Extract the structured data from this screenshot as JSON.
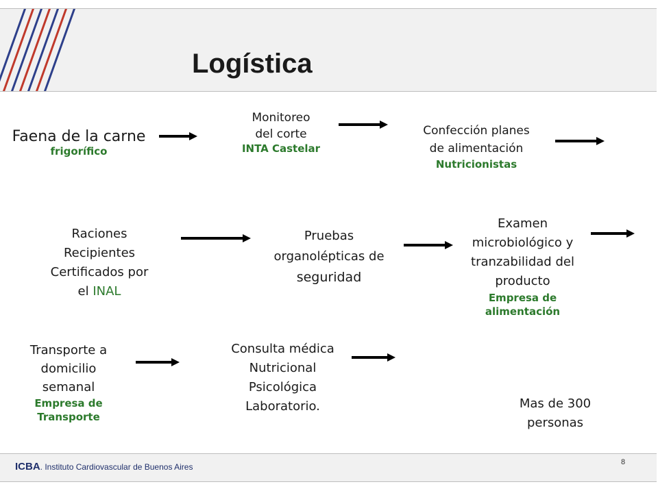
{
  "title": "Logística",
  "nodes": {
    "faena": {
      "line1": "Faena de la carne",
      "sub": "frigorífico"
    },
    "monitoreo": {
      "line1": "Monitoreo",
      "line2": "del corte",
      "sub": "INTA Castelar"
    },
    "confeccion": {
      "line1": "Confección planes",
      "line2": "de alimentación",
      "sub": "Nutricionistas"
    },
    "raciones": {
      "line1": "Raciones",
      "line2": "Recipientes",
      "line3": "Certificados por",
      "line4_prefix": "el ",
      "line4_highlight": "INAL"
    },
    "pruebas": {
      "line1": "Pruebas",
      "line2": "organolépticas de",
      "line3": "seguridad"
    },
    "examen": {
      "line1": "Examen",
      "line2": "microbiológico y",
      "line3": "tranzabilidad del",
      "line4": "producto",
      "sub1": "Empresa de",
      "sub2": "alimentación"
    },
    "transporte": {
      "line1": "Transporte a",
      "line2": "domicilio",
      "line3": "semanal",
      "sub1": "Empresa de",
      "sub2": "Transporte"
    },
    "consulta": {
      "line1": "Consulta médica",
      "line2": "Nutricional",
      "line3": "Psicológica",
      "line4": "Laboratorio."
    },
    "personas": {
      "line1": "Mas de 300",
      "line2": "personas"
    }
  },
  "footer": {
    "org_short": "ICBA",
    "org_rest": ". Instituto Cardiovascular de Buenos Aires",
    "page_number": "8"
  },
  "colors": {
    "accent_red": "#c0392b",
    "accent_navy": "#1f2f6b",
    "sub_green": "#2c7a2c",
    "header_bg": "#f1f1f1"
  }
}
